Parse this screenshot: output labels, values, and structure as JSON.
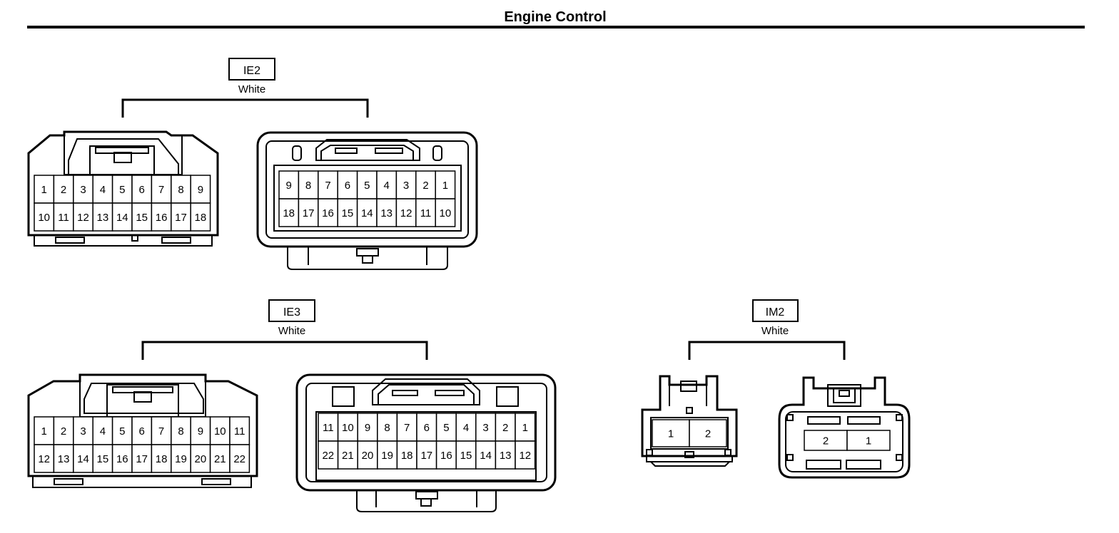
{
  "title": "Engine Control",
  "groups": [
    {
      "id": "IE2",
      "code": "IE2",
      "color": "White",
      "male_pins": {
        "rows": [
          [
            "1",
            "2",
            "3",
            "4",
            "5",
            "6",
            "7",
            "8",
            "9"
          ],
          [
            "10",
            "11",
            "12",
            "13",
            "14",
            "15",
            "16",
            "17",
            "18"
          ]
        ]
      },
      "female_pins": {
        "rows": [
          [
            "9",
            "8",
            "7",
            "6",
            "5",
            "4",
            "3",
            "2",
            "1"
          ],
          [
            "18",
            "17",
            "16",
            "15",
            "14",
            "13",
            "12",
            "11",
            "10"
          ]
        ]
      }
    },
    {
      "id": "IE3",
      "code": "IE3",
      "color": "White",
      "male_pins": {
        "rows": [
          [
            "1",
            "2",
            "3",
            "4",
            "5",
            "6",
            "7",
            "8",
            "9",
            "10",
            "11"
          ],
          [
            "12",
            "13",
            "14",
            "15",
            "16",
            "17",
            "18",
            "19",
            "20",
            "21",
            "22"
          ]
        ]
      },
      "female_pins": {
        "rows": [
          [
            "11",
            "10",
            "9",
            "8",
            "7",
            "6",
            "5",
            "4",
            "3",
            "2",
            "1"
          ],
          [
            "22",
            "21",
            "20",
            "19",
            "18",
            "17",
            "16",
            "15",
            "14",
            "13",
            "12"
          ]
        ]
      }
    },
    {
      "id": "IM2",
      "code": "IM2",
      "color": "White",
      "male_pins": {
        "rows": [
          [
            "1",
            "2"
          ]
        ]
      },
      "female_pins": {
        "rows": [
          [
            "2",
            "1"
          ]
        ]
      }
    }
  ]
}
